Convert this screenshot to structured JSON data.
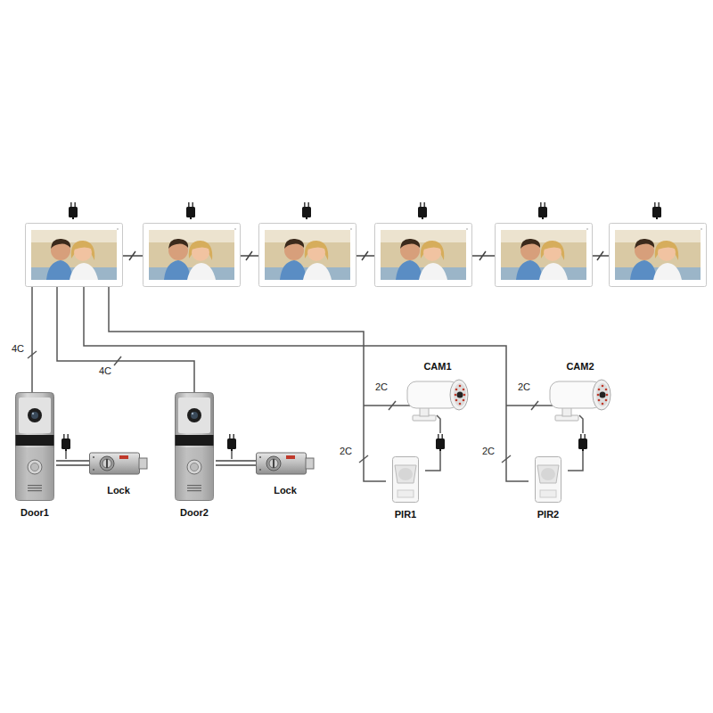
{
  "diagram": {
    "nodes": [
      {
        "text": [
          "Door1"
        ]
      },
      {
        "text": [
          "Lock"
        ]
      },
      {
        "text": [
          "Door2"
        ]
      },
      {
        "text": [
          "Lock"
        ]
      },
      {
        "text": [
          "CAM1"
        ]
      },
      {
        "text": [
          "PIR1"
        ]
      },
      {
        "text": [
          "CAM2"
        ]
      },
      {
        "text": [
          "PIR2"
        ]
      }
    ],
    "edges": [
      {
        "from": 0,
        "to": 1,
        "arrow": "none"
      },
      {
        "from": 2,
        "to": 3,
        "arrow": "none"
      }
    ],
    "labels": [
      "4C",
      "4C",
      "2C",
      "2C",
      "2C",
      "2C"
    ]
  }
}
